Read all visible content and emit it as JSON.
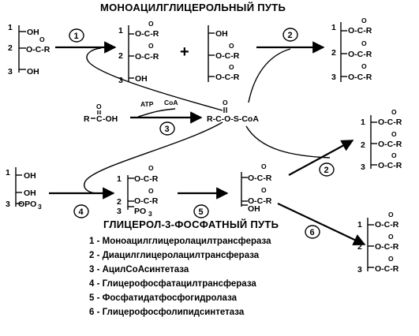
{
  "titles": {
    "top": "МОНОАЦИЛГЛИЦЕРОЛЬНЫЙ ПУТЬ",
    "bottom": "ГЛИЦЕРОЛ-3-ФОСФАТНЫЙ ПУТЬ"
  },
  "carbon_numbers": [
    "1",
    "2",
    "3"
  ],
  "groups": {
    "oh": "OH",
    "ester": "O-C-R",
    "carbonyl_o": "O",
    "opo3": "OPO",
    "po3": "PO",
    "sub3": "3"
  },
  "reagents": {
    "acid_r": "R",
    "acid_c": "C",
    "acid_oh": "-OH",
    "acid_o": "O",
    "atp": "ATP",
    "coa": "CoA",
    "acyl_coa": "R-C-O-S-CoA",
    "acyl_coa_o": "O",
    "plus": "+"
  },
  "enzyme_markers": [
    "1",
    "2",
    "3",
    "4",
    "5",
    "6"
  ],
  "legend": [
    "1 - Моноацилглицеролацилтрансфераза",
    "2 - Диацилглицеролацилтрансфераза",
    "3 - АцилСоАсинтетаза",
    "4 - Глицерофосфатацилтрансфераза",
    "5 - Фосфатидатфосфогидролаза",
    "6 - Глицерофосфолипидсинтетаза"
  ]
}
